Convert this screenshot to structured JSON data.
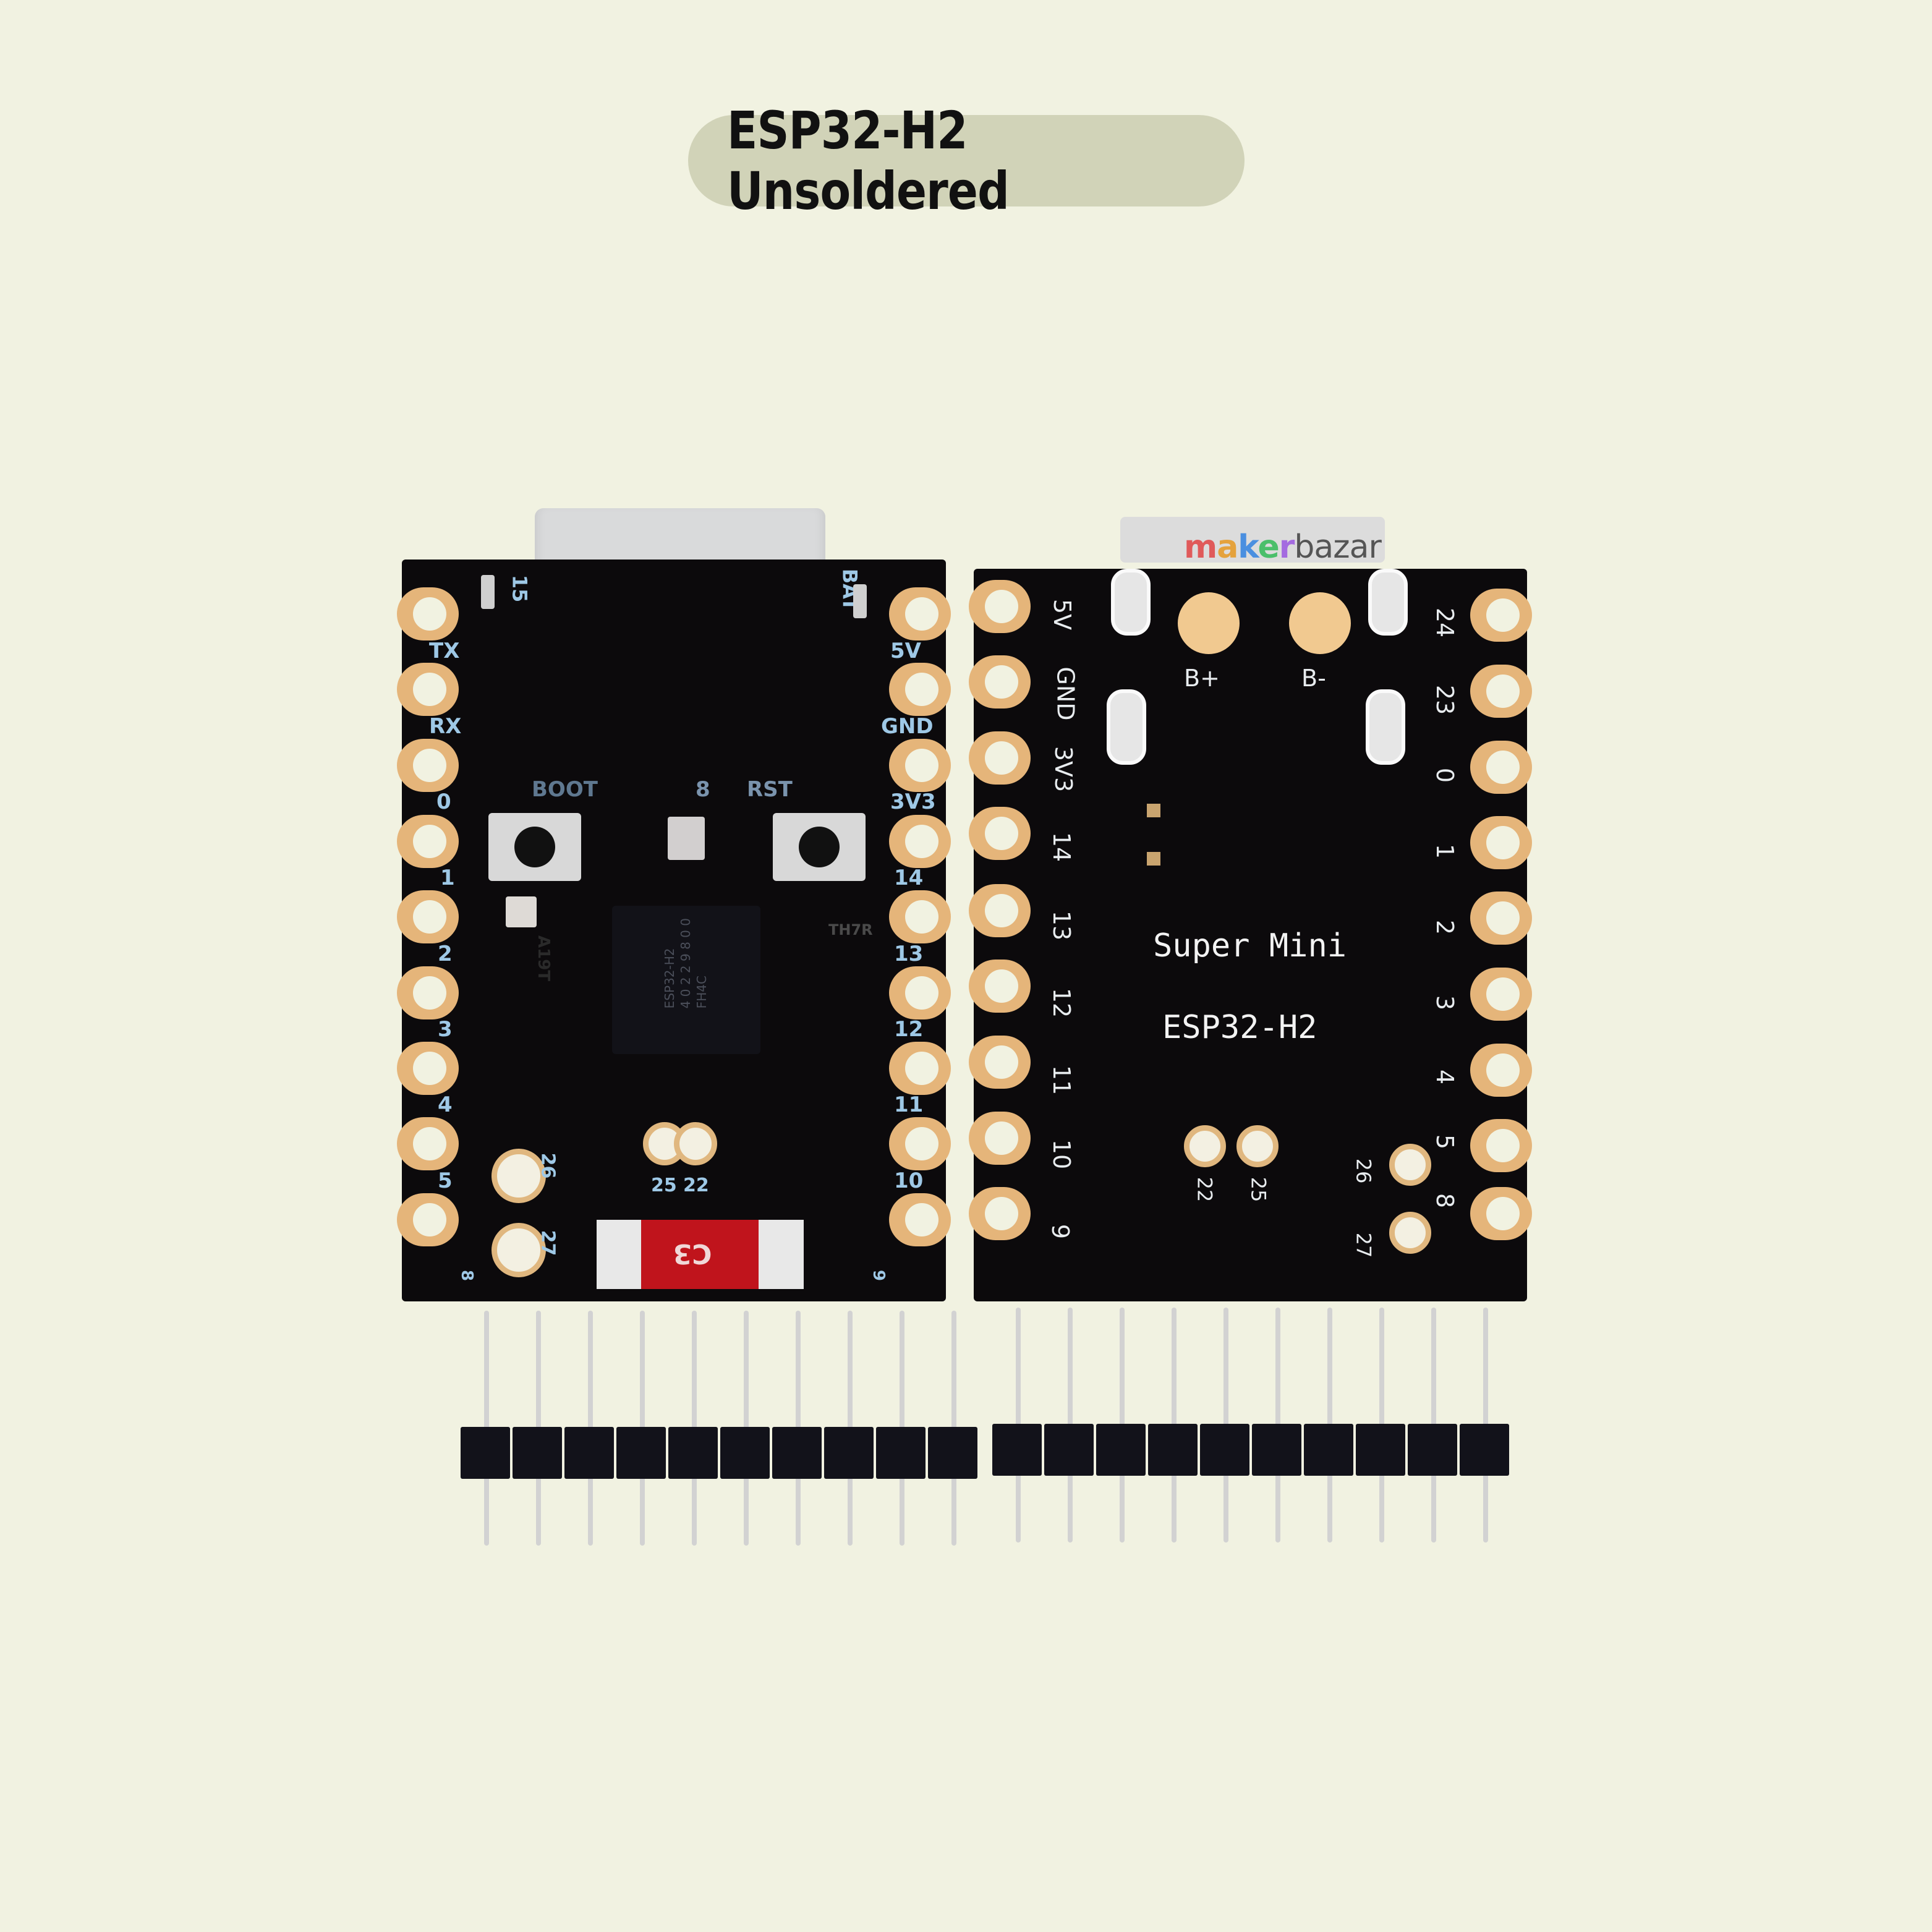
{
  "title": "ESP32-H2 Unsoldered",
  "watermark": {
    "parts": [
      {
        "text": "m",
        "color": "#e05a5a"
      },
      {
        "text": "a",
        "color": "#e5a23c"
      },
      {
        "text": "k",
        "color": "#4a8fe0"
      },
      {
        "text": "e",
        "color": "#4bbf6b"
      },
      {
        "text": "r",
        "color": "#a46be0"
      },
      {
        "text": "bazar",
        "color": "#555555"
      }
    ]
  },
  "front_board": {
    "left_labels": [
      "TX",
      "RX",
      "0",
      "1",
      "2",
      "3",
      "4",
      "5",
      "8"
    ],
    "right_labels": [
      "BAT",
      "5V",
      "GND",
      "3V3",
      "14",
      "13",
      "12",
      "11",
      "10",
      "9"
    ],
    "top_label": "15",
    "button_labels": {
      "boot": "BOOT",
      "led": "8",
      "reset": "RST"
    },
    "pad_labels": [
      "26",
      "27",
      "25",
      "22"
    ],
    "regulator_marking": "A19T",
    "inductor_marking": "TH7R",
    "antenna_label": "C3",
    "chip_marking": [
      "ESP32-H2",
      "4 0 2 2 9 8 0 0",
      "FH4C"
    ]
  },
  "back_board": {
    "left_labels": [
      "5V",
      "GND",
      "3V3",
      "14",
      "13",
      "12",
      "11",
      "10",
      "9"
    ],
    "right_labels": [
      "24",
      "23",
      "0",
      "1",
      "2",
      "3",
      "4",
      "5",
      "8"
    ],
    "battery_pads": [
      "B+",
      "B-"
    ],
    "silk_line1": "Super Mini",
    "silk_line2": "ESP32-H2",
    "pad_labels": [
      "22",
      "25",
      "26",
      "27"
    ]
  },
  "headers": {
    "left_count": 10,
    "right_count": 10
  }
}
